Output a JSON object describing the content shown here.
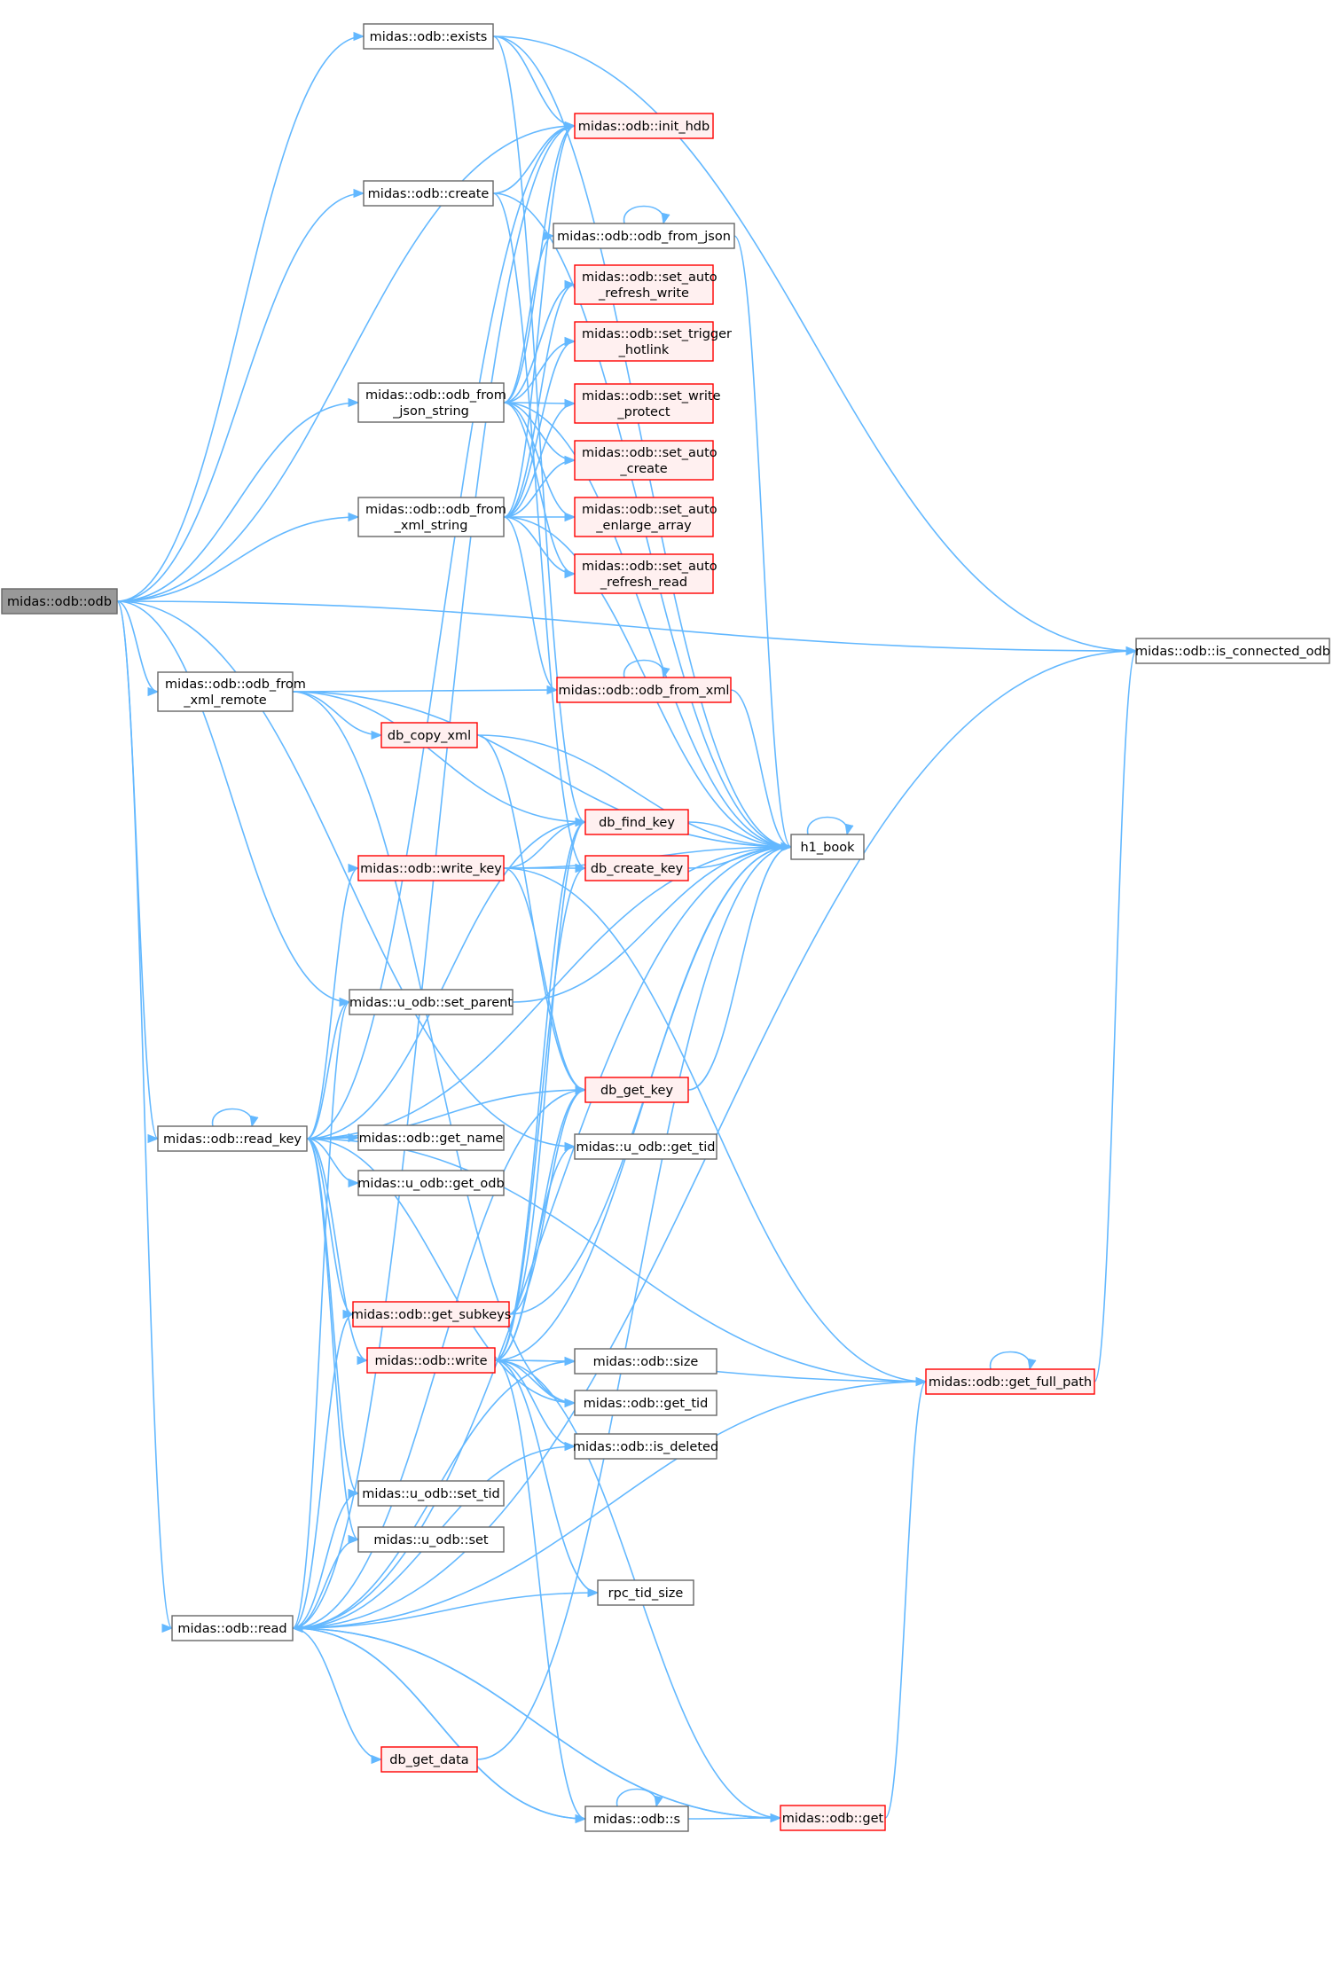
{
  "colors": {
    "edge": "#63b8ff",
    "box_border": "#666666",
    "red_border": "#ff0000",
    "red_fill": "#fff0f0",
    "root_fill": "#999999"
  },
  "nodes": [
    {
      "id": "odb",
      "lines": [
        "midas::odb::odb"
      ],
      "style": "root"
    },
    {
      "id": "exists",
      "lines": [
        "midas::odb::exists"
      ],
      "style": "plain"
    },
    {
      "id": "init_hdb",
      "lines": [
        "midas::odb::init_hdb"
      ],
      "style": "red"
    },
    {
      "id": "create",
      "lines": [
        "midas::odb::create"
      ],
      "style": "plain"
    },
    {
      "id": "odb_from_json",
      "lines": [
        "midas::odb::odb_from_json"
      ],
      "style": "plain"
    },
    {
      "id": "set_auto_refresh_write",
      "lines": [
        "midas::odb::set_auto",
        "_refresh_write"
      ],
      "style": "red"
    },
    {
      "id": "set_trigger_hotlink",
      "lines": [
        "midas::odb::set_trigger",
        "_hotlink"
      ],
      "style": "red"
    },
    {
      "id": "odb_from_json_string",
      "lines": [
        "midas::odb::odb_from",
        "_json_string"
      ],
      "style": "plain"
    },
    {
      "id": "set_write_protect",
      "lines": [
        "midas::odb::set_write",
        "_protect"
      ],
      "style": "red"
    },
    {
      "id": "set_auto_create",
      "lines": [
        "midas::odb::set_auto",
        "_create"
      ],
      "style": "red"
    },
    {
      "id": "odb_from_xml_string",
      "lines": [
        "midas::odb::odb_from",
        "_xml_string"
      ],
      "style": "plain"
    },
    {
      "id": "set_auto_enlarge_array",
      "lines": [
        "midas::odb::set_auto",
        "_enlarge_array"
      ],
      "style": "red"
    },
    {
      "id": "set_auto_refresh_read",
      "lines": [
        "midas::odb::set_auto",
        "_refresh_read"
      ],
      "style": "red"
    },
    {
      "id": "is_connected_odb",
      "lines": [
        "midas::odb::is_connected_odb"
      ],
      "style": "plain"
    },
    {
      "id": "odb_from_xml_remote",
      "lines": [
        "midas::odb::odb_from",
        "_xml_remote"
      ],
      "style": "plain"
    },
    {
      "id": "odb_from_xml",
      "lines": [
        "midas::odb::odb_from_xml"
      ],
      "style": "red"
    },
    {
      "id": "db_copy_xml",
      "lines": [
        "db_copy_xml"
      ],
      "style": "red"
    },
    {
      "id": "db_find_key",
      "lines": [
        "db_find_key"
      ],
      "style": "red"
    },
    {
      "id": "h1_book",
      "lines": [
        "h1_book"
      ],
      "style": "plain"
    },
    {
      "id": "write_key",
      "lines": [
        "midas::odb::write_key"
      ],
      "style": "red"
    },
    {
      "id": "db_create_key",
      "lines": [
        "db_create_key"
      ],
      "style": "red"
    },
    {
      "id": "u_set_parent",
      "lines": [
        "midas::u_odb::set_parent"
      ],
      "style": "plain"
    },
    {
      "id": "db_get_key",
      "lines": [
        "db_get_key"
      ],
      "style": "red"
    },
    {
      "id": "read_key",
      "lines": [
        "midas::odb::read_key"
      ],
      "style": "plain"
    },
    {
      "id": "get_name",
      "lines": [
        "midas::odb::get_name"
      ],
      "style": "plain"
    },
    {
      "id": "u_get_tid",
      "lines": [
        "midas::u_odb::get_tid"
      ],
      "style": "plain"
    },
    {
      "id": "u_get_odb",
      "lines": [
        "midas::u_odb::get_odb"
      ],
      "style": "plain"
    },
    {
      "id": "get_subkeys",
      "lines": [
        "midas::odb::get_subkeys"
      ],
      "style": "red"
    },
    {
      "id": "write",
      "lines": [
        "midas::odb::write"
      ],
      "style": "red"
    },
    {
      "id": "size",
      "lines": [
        "midas::odb::size"
      ],
      "style": "plain"
    },
    {
      "id": "get_full_path",
      "lines": [
        "midas::odb::get_full_path"
      ],
      "style": "red"
    },
    {
      "id": "get_tid",
      "lines": [
        "midas::odb::get_tid"
      ],
      "style": "plain"
    },
    {
      "id": "is_deleted",
      "lines": [
        "midas::odb::is_deleted"
      ],
      "style": "plain"
    },
    {
      "id": "u_set_tid",
      "lines": [
        "midas::u_odb::set_tid"
      ],
      "style": "plain"
    },
    {
      "id": "u_set",
      "lines": [
        "midas::u_odb::set"
      ],
      "style": "plain"
    },
    {
      "id": "rpc_tid_size",
      "lines": [
        "rpc_tid_size"
      ],
      "style": "plain"
    },
    {
      "id": "read",
      "lines": [
        "midas::odb::read"
      ],
      "style": "plain"
    },
    {
      "id": "db_get_data",
      "lines": [
        "db_get_data"
      ],
      "style": "red"
    },
    {
      "id": "s",
      "lines": [
        "midas::odb::s"
      ],
      "style": "plain"
    },
    {
      "id": "get",
      "lines": [
        "midas::odb::get"
      ],
      "style": "red"
    }
  ],
  "edges": [
    [
      "odb",
      "exists"
    ],
    [
      "odb",
      "init_hdb"
    ],
    [
      "odb",
      "create"
    ],
    [
      "odb",
      "is_connected_odb"
    ],
    [
      "odb",
      "odb_from_json_string"
    ],
    [
      "odb",
      "odb_from_xml_string"
    ],
    [
      "odb",
      "odb_from_xml_remote"
    ],
    [
      "odb",
      "read_key"
    ],
    [
      "odb",
      "u_set_parent"
    ],
    [
      "odb",
      "read"
    ],
    [
      "odb",
      "u_get_tid"
    ],
    [
      "exists",
      "init_hdb"
    ],
    [
      "exists",
      "h1_book"
    ],
    [
      "exists",
      "is_connected_odb"
    ],
    [
      "exists",
      "db_find_key"
    ],
    [
      "create",
      "init_hdb"
    ],
    [
      "create",
      "h1_book"
    ],
    [
      "create",
      "db_create_key"
    ],
    [
      "odb_from_json",
      "odb_from_json"
    ],
    [
      "odb_from_json",
      "h1_book"
    ],
    [
      "odb_from_json_string",
      "odb_from_json"
    ],
    [
      "odb_from_json_string",
      "set_auto_refresh_write"
    ],
    [
      "odb_from_json_string",
      "set_trigger_hotlink"
    ],
    [
      "odb_from_json_string",
      "set_write_protect"
    ],
    [
      "odb_from_json_string",
      "set_auto_create"
    ],
    [
      "odb_from_json_string",
      "set_auto_enlarge_array"
    ],
    [
      "odb_from_json_string",
      "set_auto_refresh_read"
    ],
    [
      "odb_from_json_string",
      "init_hdb"
    ],
    [
      "odb_from_json_string",
      "h1_book"
    ],
    [
      "odb_from_xml_string",
      "odb_from_xml"
    ],
    [
      "odb_from_xml_string",
      "set_auto_refresh_write"
    ],
    [
      "odb_from_xml_string",
      "set_trigger_hotlink"
    ],
    [
      "odb_from_xml_string",
      "set_write_protect"
    ],
    [
      "odb_from_xml_string",
      "set_auto_create"
    ],
    [
      "odb_from_xml_string",
      "set_auto_enlarge_array"
    ],
    [
      "odb_from_xml_string",
      "set_auto_refresh_read"
    ],
    [
      "odb_from_xml_string",
      "h1_book"
    ],
    [
      "odb_from_xml_string",
      "init_hdb"
    ],
    [
      "odb_from_xml_remote",
      "odb_from_xml"
    ],
    [
      "odb_from_xml_remote",
      "h1_book"
    ],
    [
      "odb_from_xml_remote",
      "db_copy_xml"
    ],
    [
      "odb_from_xml_remote",
      "db_find_key"
    ],
    [
      "odb_from_xml_remote",
      "get_tid"
    ],
    [
      "odb_from_xml",
      "odb_from_xml"
    ],
    [
      "odb_from_xml",
      "h1_book"
    ],
    [
      "db_copy_xml",
      "h1_book"
    ],
    [
      "db_copy_xml",
      "db_get_key"
    ],
    [
      "db_find_key",
      "h1_book"
    ],
    [
      "db_create_key",
      "h1_book"
    ],
    [
      "db_get_key",
      "h1_book"
    ],
    [
      "h1_book",
      "h1_book"
    ],
    [
      "write_key",
      "db_find_key"
    ],
    [
      "write_key",
      "db_create_key"
    ],
    [
      "write_key",
      "h1_book"
    ],
    [
      "write_key",
      "get_full_path"
    ],
    [
      "write_key",
      "db_get_key"
    ],
    [
      "u_set_parent",
      "h1_book"
    ],
    [
      "read_key",
      "read_key"
    ],
    [
      "read_key",
      "write_key"
    ],
    [
      "read_key",
      "u_set_parent"
    ],
    [
      "read_key",
      "db_get_key"
    ],
    [
      "read_key",
      "get_name"
    ],
    [
      "read_key",
      "u_get_odb"
    ],
    [
      "read_key",
      "get_subkeys"
    ],
    [
      "read_key",
      "write"
    ],
    [
      "read_key",
      "get_tid"
    ],
    [
      "read_key",
      "u_set_tid"
    ],
    [
      "read_key",
      "u_set"
    ],
    [
      "read_key",
      "get_full_path"
    ],
    [
      "read_key",
      "db_find_key"
    ],
    [
      "read_key",
      "h1_book"
    ],
    [
      "read_key",
      "init_hdb"
    ],
    [
      "get_subkeys",
      "db_find_key"
    ],
    [
      "get_subkeys",
      "db_get_key"
    ],
    [
      "get_subkeys",
      "h1_book"
    ],
    [
      "write",
      "h1_book"
    ],
    [
      "write",
      "db_find_key"
    ],
    [
      "write",
      "db_create_key"
    ],
    [
      "write",
      "db_get_key"
    ],
    [
      "write",
      "u_get_tid"
    ],
    [
      "write",
      "get_full_path"
    ],
    [
      "write",
      "size"
    ],
    [
      "write",
      "get_tid"
    ],
    [
      "write",
      "is_deleted"
    ],
    [
      "write",
      "rpc_tid_size"
    ],
    [
      "write",
      "get"
    ],
    [
      "write",
      "s"
    ],
    [
      "get_full_path",
      "get_full_path"
    ],
    [
      "get_full_path",
      "is_connected_odb"
    ],
    [
      "read",
      "u_set_parent"
    ],
    [
      "read",
      "get_subkeys"
    ],
    [
      "read",
      "u_set_tid"
    ],
    [
      "read",
      "u_set"
    ],
    [
      "read",
      "size"
    ],
    [
      "read",
      "is_deleted"
    ],
    [
      "read",
      "rpc_tid_size"
    ],
    [
      "read",
      "h1_book"
    ],
    [
      "read",
      "db_get_data"
    ],
    [
      "read",
      "s"
    ],
    [
      "read",
      "get"
    ],
    [
      "read",
      "get_full_path"
    ],
    [
      "read",
      "is_connected_odb"
    ],
    [
      "read",
      "db_get_key"
    ],
    [
      "read",
      "init_hdb"
    ],
    [
      "db_get_data",
      "h1_book"
    ],
    [
      "s",
      "s"
    ],
    [
      "s",
      "get"
    ],
    [
      "s",
      "read"
    ],
    [
      "get",
      "get_full_path"
    ],
    [
      "get",
      "read"
    ]
  ]
}
